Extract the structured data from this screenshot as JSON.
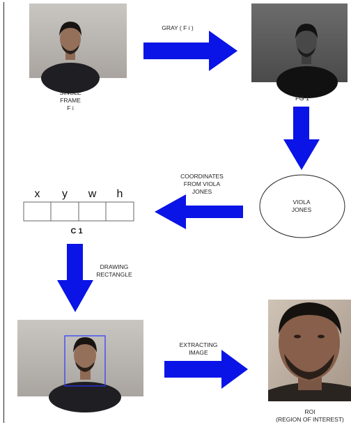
{
  "nodes": {
    "single_frame": {
      "label": "SINGLE\nFRAME\nF i"
    },
    "fg": {
      "label": "FG 1"
    },
    "viola_jones": {
      "label": "VIOLA\nJONES"
    },
    "coordinates_table": {
      "headers": [
        "x",
        "y",
        "w",
        "h"
      ],
      "caption": "C 1"
    },
    "drawing": {
      "label": "DRAWING\nRECTANGLE"
    },
    "roi": {
      "label": "ROI\n(REGION OF INTEREST)"
    }
  },
  "edges": {
    "gray": {
      "label": "GRAY ( F i )"
    },
    "coordinates": {
      "label": "COORDINATES\nFROM VIOLA\nJONES"
    },
    "extracting": {
      "label": "EXTRACTING\nIMAGE"
    }
  },
  "colors": {
    "arrow": "#0a14e6",
    "detection_box": "#2a36ff"
  }
}
